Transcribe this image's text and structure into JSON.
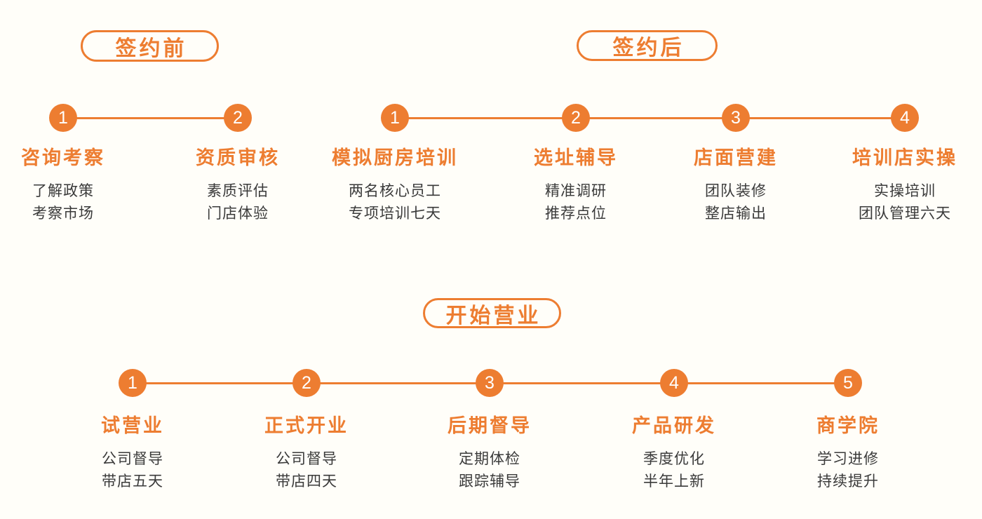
{
  "colors": {
    "accent": "#ED7D31",
    "text": "#3A3A3A",
    "number": "#FFFFFF",
    "background": "#FFFEF9"
  },
  "sections": [
    {
      "badge": "签约前",
      "steps": [
        {
          "num": "1",
          "title": "咨询考察",
          "lines": [
            "了解政策",
            "考察市场"
          ]
        },
        {
          "num": "2",
          "title": "资质审核",
          "lines": [
            "素质评估",
            "门店体验"
          ]
        }
      ]
    },
    {
      "badge": "签约后",
      "steps": [
        {
          "num": "1",
          "title": "模拟厨房培训",
          "lines": [
            "两名核心员工",
            "专项培训七天"
          ]
        },
        {
          "num": "2",
          "title": "选址辅导",
          "lines": [
            "精准调研",
            "推荐点位"
          ]
        },
        {
          "num": "3",
          "title": "店面营建",
          "lines": [
            "团队装修",
            "整店输出"
          ]
        },
        {
          "num": "4",
          "title": "培训店实操",
          "lines": [
            "实操培训",
            "团队管理六天"
          ]
        }
      ]
    },
    {
      "badge": "开始营业",
      "steps": [
        {
          "num": "1",
          "title": "试营业",
          "lines": [
            "公司督导",
            "带店五天"
          ]
        },
        {
          "num": "2",
          "title": "正式开业",
          "lines": [
            "公司督导",
            "带店四天"
          ]
        },
        {
          "num": "3",
          "title": "后期督导",
          "lines": [
            "定期体检",
            "跟踪辅导"
          ]
        },
        {
          "num": "4",
          "title": "产品研发",
          "lines": [
            "季度优化",
            "半年上新"
          ]
        },
        {
          "num": "5",
          "title": "商学院",
          "lines": [
            "学习进修",
            "持续提升"
          ]
        }
      ]
    }
  ]
}
